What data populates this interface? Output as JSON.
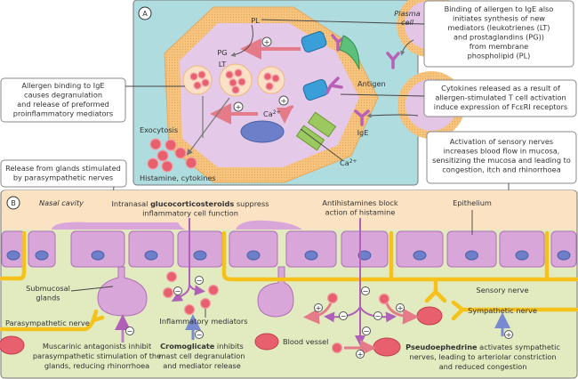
{
  "panel_a": {
    "label": "A",
    "pl": "PL",
    "pg": "PG",
    "lt": "LT",
    "ca_inside": "Ca",
    "ca_sup": "2+",
    "exocytosis": "Exocytosis",
    "histamine": "Histamine, cytokines",
    "antigen": "Antigen",
    "ige": "IgE",
    "ca_channel": "Ca",
    "ca_channel_sup": "2+",
    "plasma_cell": [
      "Plasma",
      "cell"
    ]
  },
  "callouts": {
    "degranulation": [
      "Allergen binding to IgE",
      "causes degranulation",
      "and release of preformed",
      "proinflammatory mediators"
    ],
    "glands": [
      "Release from glands stimulated",
      "by parasympathetic nerves"
    ],
    "synthesis": [
      "Binding of allergen to IgE also",
      "initiates synthesis of new",
      "mediators (leukotrienes (LT)",
      "and prostaglandins (PG))",
      "from membrane",
      "phospholipid (PL)"
    ],
    "cytokines": [
      "Cytokines released as a result of",
      "allergen-stimulated T cell activation",
      "induce expression of FcεRI receptors"
    ],
    "sensory": [
      "Activation of sensory nerves",
      "increases blood flow in mucosa,",
      "sensitizing the mucosa and leading to",
      "congestion, itch and rhinorrhoea"
    ]
  },
  "panel_b": {
    "label": "B",
    "nasal_cavity": "Nasal cavity",
    "gluco": {
      "pre": "Intranasal ",
      "bold": "glucocorticosteroids",
      "post": " suppress",
      "line2": "inflammatory cell function"
    },
    "antihistamines": [
      "Antihistamines block",
      "action of histamine"
    ],
    "epithelium": "Epithelium",
    "submucosal": [
      "Submucosal",
      "glands"
    ],
    "parasympathetic": "Parasympathetic nerve",
    "inflammatory": "Inflammatory mediators",
    "muscarinic": [
      "Muscarinic antagonists inhibit",
      "parasympathetic stimulation of the",
      "glands, reducing rhinorrhoea"
    ],
    "cromoglicate": {
      "bold": "Cromoglicate",
      "post": " inhibits",
      "line2": "mast cell degranulation",
      "line3": "and mediator release"
    },
    "blood_vessel": "Blood vessel",
    "sensory_nerve": "Sensory nerve",
    "sympathetic_nerve": "Sympathetic nerve",
    "pseudo": {
      "bold": "Pseudoephedrine",
      "post": " activates sympathetic",
      "line2": "nerves, leading to arteriolar constriction",
      "line3": "and reduced congestion"
    },
    "plus": "+",
    "minus": "−"
  },
  "colors": {
    "panel_a_bg": "#aedcdf",
    "nasal_cavity": "#fbe2c2",
    "submucosa": "#e2eabf",
    "epithelium": "#d8a6d8",
    "nerve": "#f5c21b",
    "mediator": "#e8606e",
    "receptor": "#3a9fd8",
    "ige": "#b760b6",
    "antigen": "#5cbf7a"
  }
}
